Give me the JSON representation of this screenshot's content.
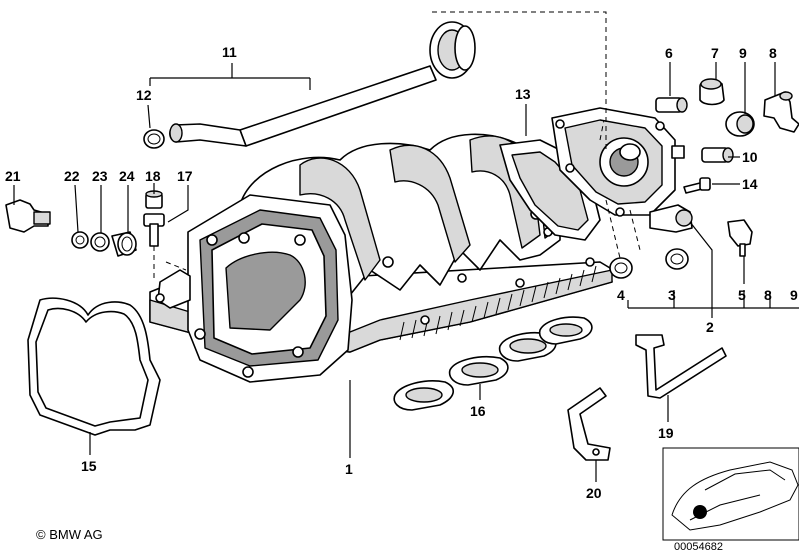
{
  "callouts": {
    "n1": "1",
    "n2": "2",
    "n3": "3",
    "n4": "4",
    "n5": "5",
    "n6": "6",
    "n7": "7",
    "n8": "8",
    "n9": "9",
    "n10": "10",
    "n11": "11",
    "n12": "12",
    "n13": "13",
    "n14": "14",
    "n15": "15",
    "n16": "16",
    "n17": "17",
    "n18": "18",
    "n19": "19",
    "n20": "20",
    "n21": "21",
    "n22": "22",
    "n23": "23",
    "n24": "24",
    "n8b": "8",
    "n9b": "9"
  },
  "footer": {
    "copyright": "© BMW AG",
    "diagram_id": "00054682"
  }
}
